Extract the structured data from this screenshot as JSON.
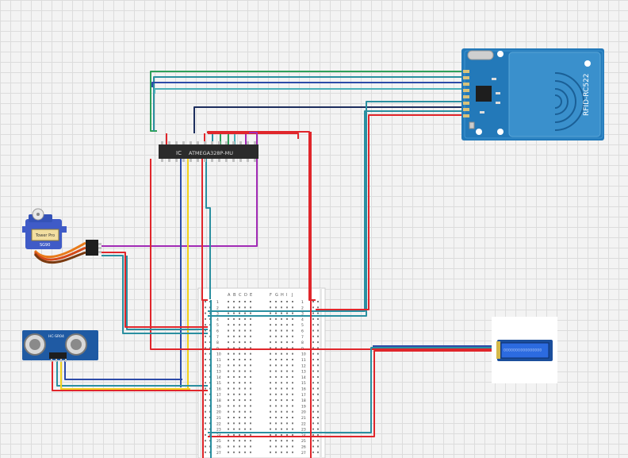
{
  "colors": {
    "red": "#e0262b",
    "teal": "#2a8fa0",
    "green": "#2ea05a",
    "blue": "#2c4aa8",
    "darkblue": "#1d2e5e",
    "yellow": "#f2d21b",
    "purple": "#a12bb5",
    "rfid_board": "#2379b9",
    "board_green": "#1a8a5a"
  },
  "mcu": {
    "ref": "IC",
    "part": "ATMEGA328P-MU"
  },
  "rfid": {
    "label": "RFID-RC522"
  },
  "servo": {
    "label": "Tower Pro",
    "sub": "SG90"
  },
  "ultrasonic": {
    "label": "HC-SR04"
  },
  "breadboard": {
    "col_left": [
      "A",
      "B",
      "C",
      "D",
      "E"
    ],
    "col_right": [
      "F",
      "G",
      "H",
      "I",
      "J"
    ],
    "rows": [
      "1",
      "2",
      "3",
      "4",
      "5",
      "6",
      "7",
      "8",
      "9",
      "10",
      "11",
      "12",
      "13",
      "14",
      "15",
      "16",
      "17",
      "18",
      "19",
      "20",
      "21",
      "22",
      "23",
      "24",
      "25",
      "26",
      "27"
    ]
  },
  "lcd": {
    "text": "▯▯▯▯▯▯▯▯▯▯▯▯▯▯▯▯"
  }
}
